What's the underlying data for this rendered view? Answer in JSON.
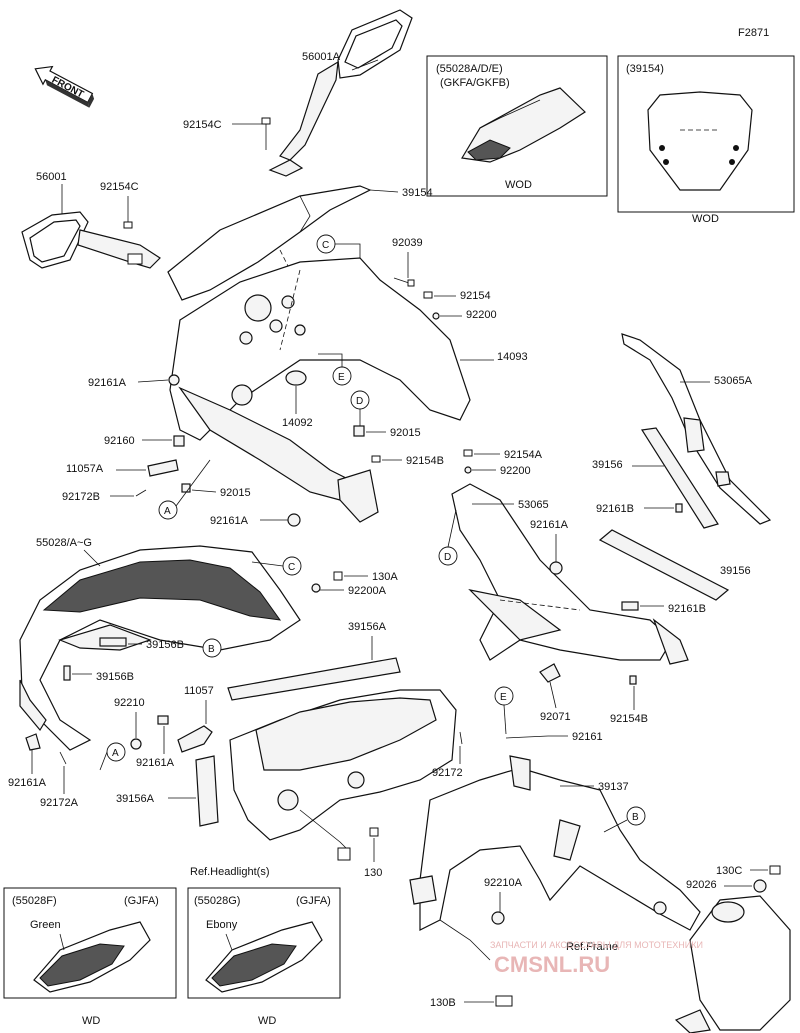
{
  "figure_code": "F2871",
  "front_label": "FRONT",
  "insets": {
    "top_left": {
      "title": "(55028A/D/E)",
      "subtitle": "(GKFA/GKFB)",
      "footer": "WOD"
    },
    "top_right": {
      "title": "(39154)",
      "footer": "WOD"
    },
    "bottom_left": {
      "title": "(55028F)",
      "code": "(GJFA)",
      "color": "Green",
      "footer": "WD"
    },
    "bottom_mid": {
      "title": "(55028G)",
      "code": "(GJFA)",
      "color": "Ebony",
      "footer": "WD"
    }
  },
  "callouts": {
    "c1": "C",
    "c2": "C",
    "e1": "E",
    "e2": "E",
    "d1": "D",
    "d2": "D",
    "a1": "A",
    "a2": "A",
    "b1": "B",
    "b2": "B"
  },
  "labels": {
    "p56001A": "56001A",
    "p92154C_top": "92154C",
    "p56001": "56001",
    "p92154C_left": "92154C",
    "p39154": "39154",
    "p92039": "92039",
    "p92154": "92154",
    "p92200_top": "92200",
    "p14093": "14093",
    "p92161A_left": "92161A",
    "p14092": "14092",
    "p92160": "92160",
    "p92015_right": "92015",
    "p11057A": "11057A",
    "p92172B": "92172B",
    "p92015_left": "92015",
    "p92154B_top": "92154B",
    "p92154A": "92154A",
    "p92200_mid": "92200",
    "p92161A_mid": "92161A",
    "p53065A": "53065A",
    "p39156_top": "39156",
    "p92161B_top": "92161B",
    "p53065": "53065",
    "p92161A_right": "92161A",
    "p55028": "55028/A~G",
    "p130A": "130A",
    "p92200A": "92200A",
    "p39156_right": "39156",
    "p92161B_right": "92161B",
    "p39156B_mid": "39156B",
    "p39156A_top": "39156A",
    "p39156B_left": "39156B",
    "p11057": "11057",
    "p92210": "92210",
    "p92071": "92071",
    "p92154B_bottom": "92154B",
    "p92161": "92161",
    "p92161A_bottom_left": "92161A",
    "p92161A_bottom_mid": "92161A",
    "p92172": "92172",
    "p92172A": "92172A",
    "p39137": "39137",
    "p39156A_bottom": "39156A",
    "p130": "130",
    "p92210A": "92210A",
    "p130C": "130C",
    "p92026": "92026",
    "p130B": "130B",
    "ref_headlight": "Ref.Headlight(s)",
    "ref_frame": "Ref.Frame"
  },
  "watermark": {
    "line1": "ЗАПЧАСТИ И АКСЕССУАРЫ ДЛЯ МОТОТЕХНИКИ",
    "line2": "CMSNL.RU"
  }
}
